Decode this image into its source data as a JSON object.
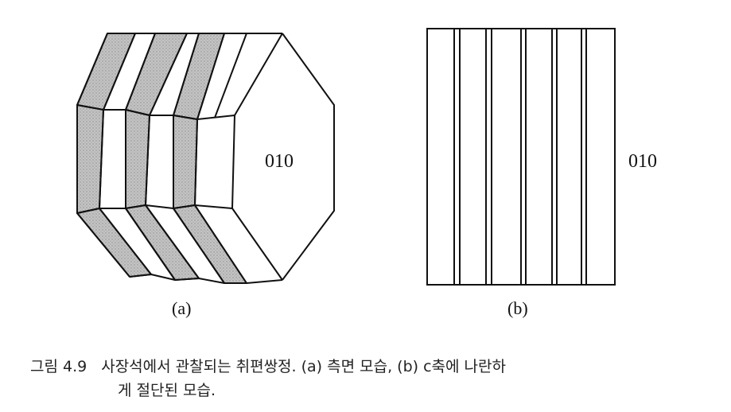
{
  "figure": {
    "panel_a": {
      "face_label": "010",
      "sublabel": "(a)"
    },
    "panel_b": {
      "face_label": "010",
      "sublabel": "(b)"
    }
  },
  "caption": {
    "figure_number": "그림 4.9",
    "line1_text": "사장석에서 관찰되는 취편쌍정. (a) 측면 모습, (b) c축에 나란하",
    "line2_text": "게 절단된 모습."
  },
  "colors": {
    "ink": "#111111",
    "shading": "#bdbdbd",
    "background": "#ffffff"
  }
}
